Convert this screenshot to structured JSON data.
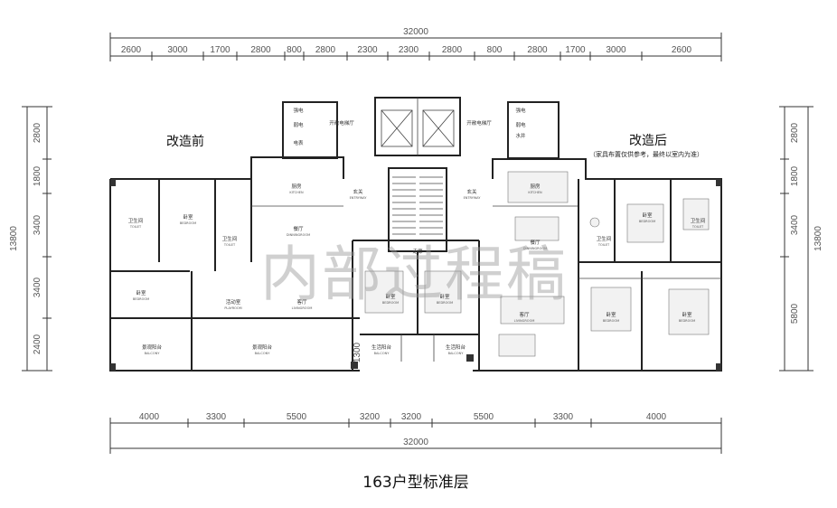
{
  "title": "163户型标准层",
  "watermark": "内部过程稿",
  "labels": {
    "before": "改造前",
    "after": "改造后",
    "after_note": "（家具布置仅供参考，最终以室内为准）"
  },
  "dims": {
    "top_total": "32000",
    "top_segments": [
      "2600",
      "3000",
      "1700",
      "2800",
      "800",
      "2800",
      "2300",
      "2300",
      "2800",
      "800",
      "2800",
      "1700",
      "3000",
      "2600"
    ],
    "bottom_segments": [
      "4000",
      "3300",
      "5500",
      "3200",
      "3200",
      "5500",
      "3300",
      "4000"
    ],
    "bottom_total": "32000",
    "left_segments": [
      "2800",
      "1800",
      "3400",
      "3400",
      "2400"
    ],
    "left_total": "13800",
    "right_segments": [
      "2800",
      "1800",
      "3400",
      "5800"
    ],
    "right_total": "13800",
    "mid_1300": "1300"
  },
  "rooms": [
    {
      "id": "shaft-l1",
      "zh": "强电",
      "en": ""
    },
    {
      "id": "shaft-l2",
      "zh": "弱电",
      "en": ""
    },
    {
      "id": "shaft-l3",
      "zh": "电表",
      "en": ""
    },
    {
      "id": "shaft-r1",
      "zh": "强电",
      "en": ""
    },
    {
      "id": "shaft-r2",
      "zh": "弱电",
      "en": ""
    },
    {
      "id": "shaft-r3",
      "zh": "水井",
      "en": ""
    },
    {
      "id": "lobby-l",
      "zh": "开敞电梯厅",
      "en": ""
    },
    {
      "id": "lobby-r",
      "zh": "开敞电梯厅",
      "en": ""
    },
    {
      "id": "kitchen-l",
      "zh": "厨房",
      "en": "KITCHEN"
    },
    {
      "id": "kitchen-r",
      "zh": "厨房",
      "en": "KITCHEN"
    },
    {
      "id": "entry-l",
      "zh": "玄关",
      "en": "ENTRYWAY"
    },
    {
      "id": "entry-r",
      "zh": "玄关",
      "en": "ENTRYWAY"
    },
    {
      "id": "toilet-l1",
      "zh": "卫生间",
      "en": "TOILET"
    },
    {
      "id": "bed-l1",
      "zh": "卧室",
      "en": "BEDROOM"
    },
    {
      "id": "toilet-l2",
      "zh": "卫生间",
      "en": "TOILET"
    },
    {
      "id": "dining-l",
      "zh": "餐厅",
      "en": "DINNINGROOM"
    },
    {
      "id": "dining-r",
      "zh": "餐厅",
      "en": "DINNINGROOM"
    },
    {
      "id": "bed-l2",
      "zh": "卧室",
      "en": "BEDROOM"
    },
    {
      "id": "play-l",
      "zh": "活动室",
      "en": "PLAYROOM"
    },
    {
      "id": "living-l",
      "zh": "客厅",
      "en": "LIVINGROOM"
    },
    {
      "id": "balc-l1",
      "zh": "景观阳台",
      "en": "BALCONY"
    },
    {
      "id": "balc-l2",
      "zh": "景观阳台",
      "en": "BALCONY"
    },
    {
      "id": "corr",
      "zh": "走廊",
      "en": ""
    },
    {
      "id": "bed-c1",
      "zh": "卧室",
      "en": "BEDROOM"
    },
    {
      "id": "bed-c2",
      "zh": "卧室",
      "en": "BEDROOM"
    },
    {
      "id": "svc-balc-l",
      "zh": "生活阳台",
      "en": "BALCONY"
    },
    {
      "id": "svc-balc-r",
      "zh": "生活阳台",
      "en": "BALCONY"
    },
    {
      "id": "living-r",
      "zh": "客厅",
      "en": "LIVINGROOM"
    },
    {
      "id": "bed-r1",
      "zh": "卧室",
      "en": "BEDROOM"
    },
    {
      "id": "toilet-r1",
      "zh": "卫生间",
      "en": "TOILET"
    },
    {
      "id": "toilet-r2",
      "zh": "卫生间",
      "en": "TOILET"
    },
    {
      "id": "bed-r2",
      "zh": "卧室",
      "en": "BEDROOM"
    },
    {
      "id": "bed-r3",
      "zh": "卧室",
      "en": "BEDROOM"
    }
  ]
}
